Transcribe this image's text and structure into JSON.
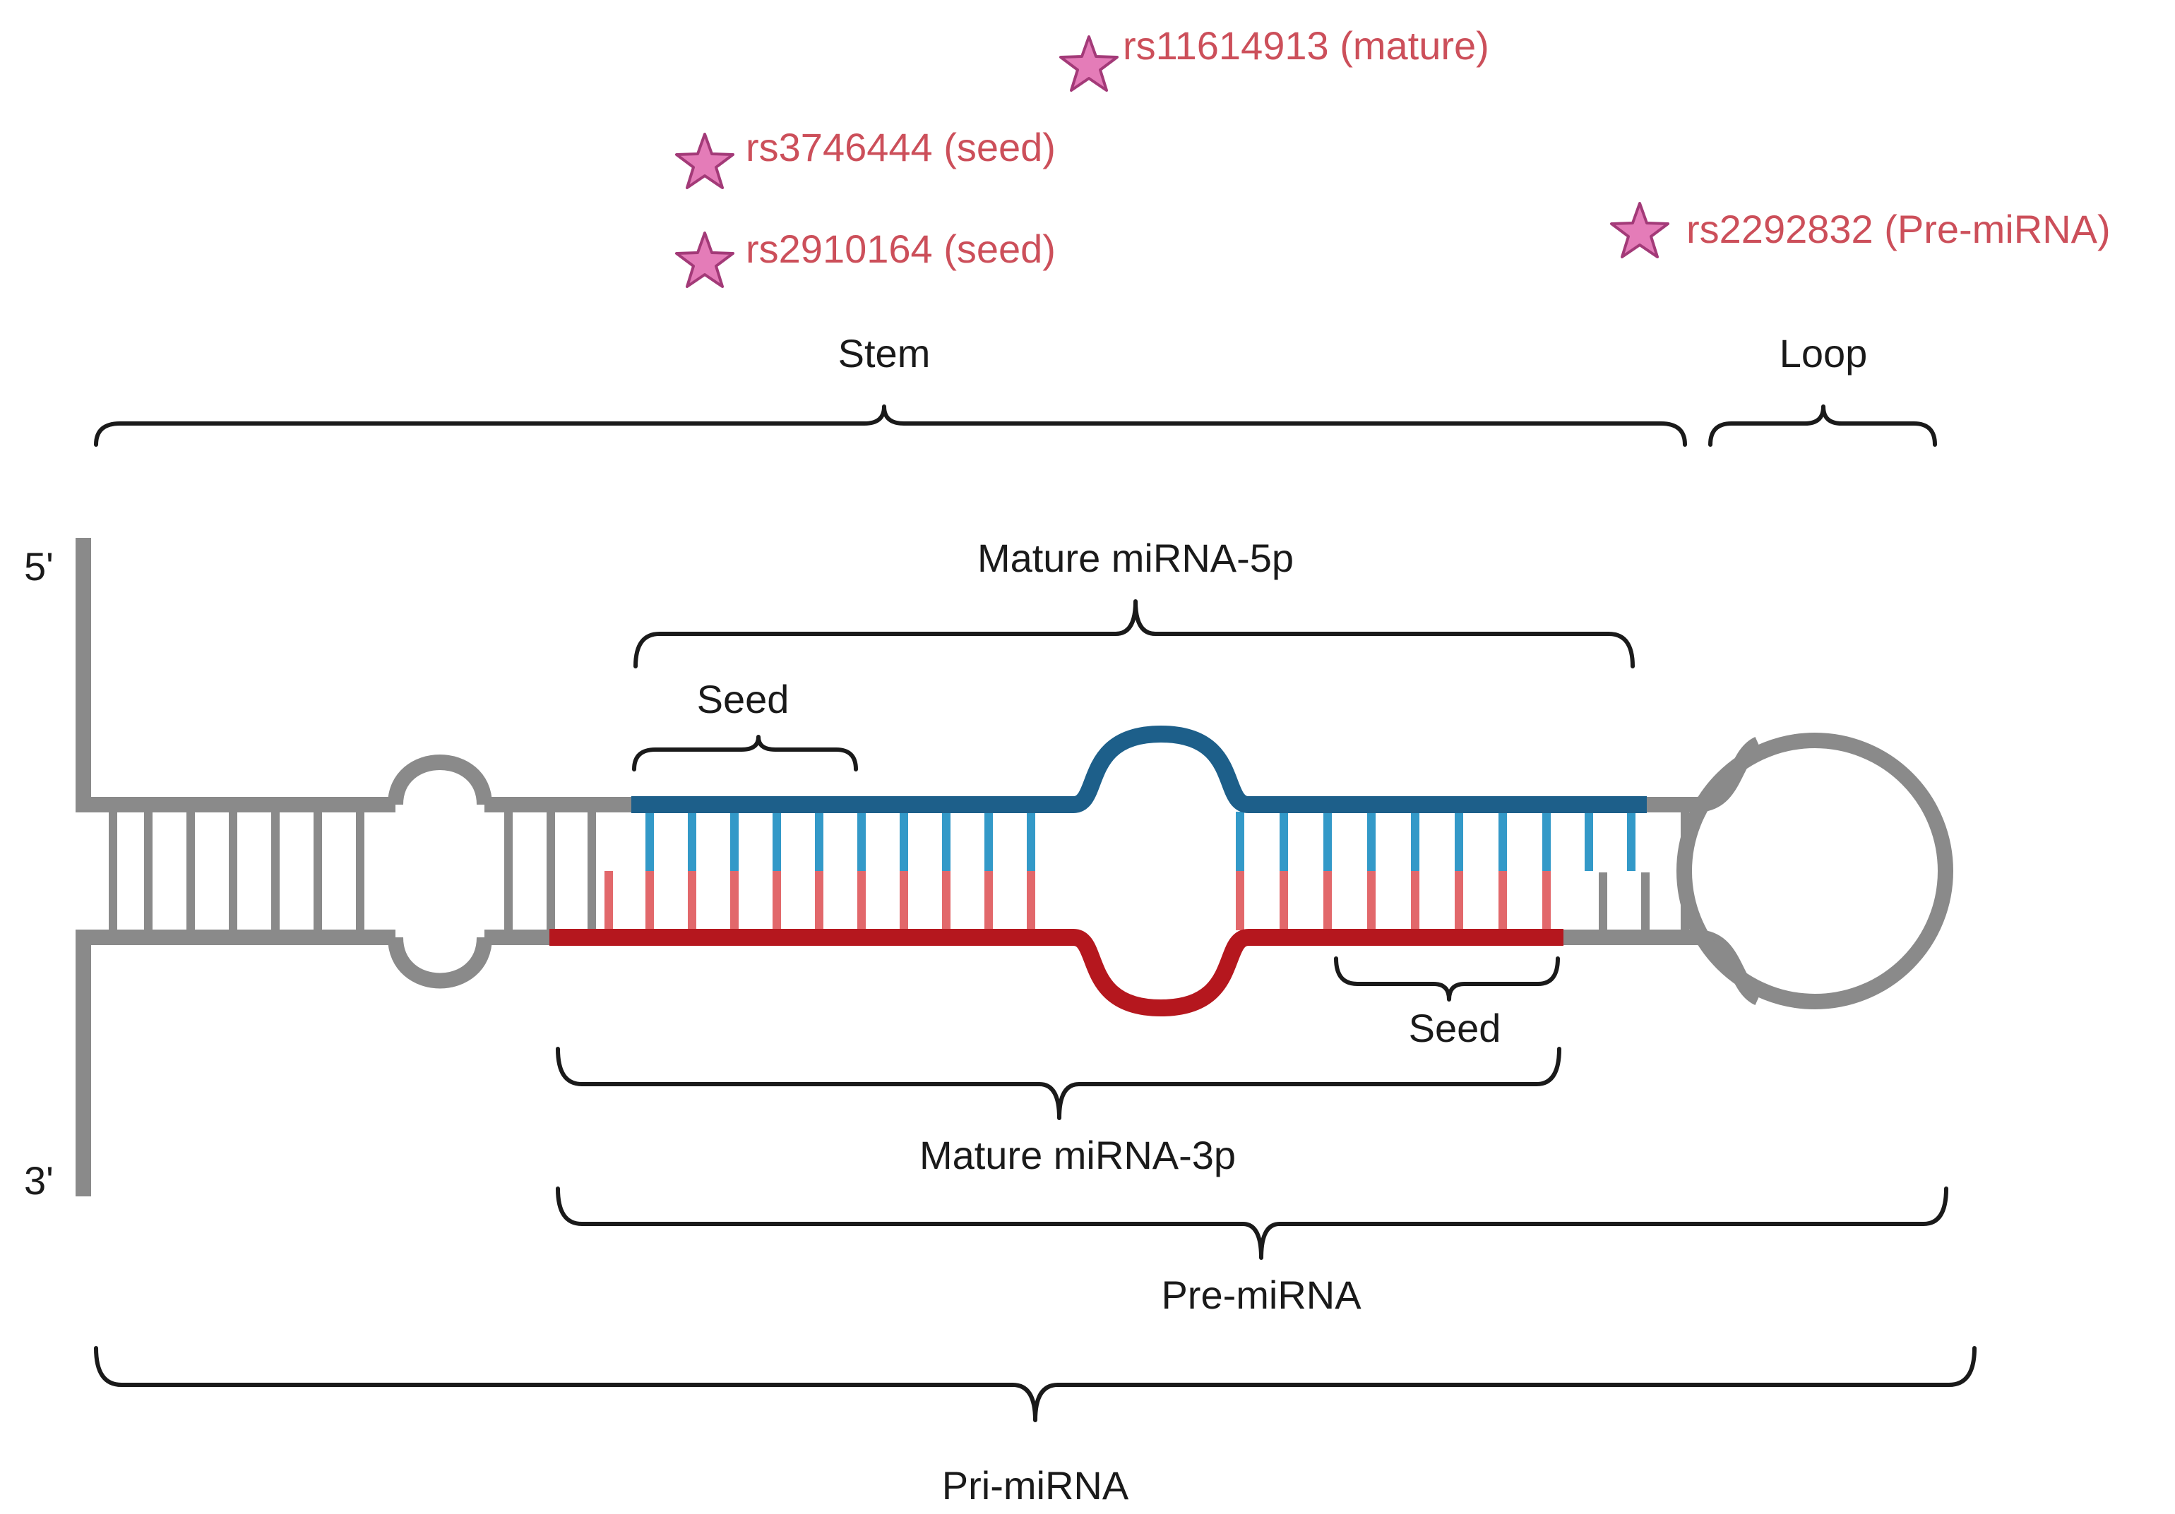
{
  "labels": {
    "five_prime": "5'",
    "three_prime": "3'",
    "stem": "Stem",
    "loop": "Loop",
    "mature_5p": "Mature miRNA-5p",
    "mature_3p": "Mature miRNA-3p",
    "seed_5p": "Seed",
    "seed_3p": "Seed",
    "pre_mirna": "Pre-miRNA",
    "pri_mirna": "Pri-miRNA"
  },
  "snps": [
    {
      "id": "rs11614913",
      "label": "rs11614913 (mature)"
    },
    {
      "id": "rs3746444",
      "label": "rs3746444 (seed)"
    },
    {
      "id": "rs2910164",
      "label": "rs2910164 (seed)"
    },
    {
      "id": "rs2292832",
      "label": "rs2292832 (Pre-miRNA)"
    }
  ],
  "colors": {
    "backbone": "#8a8a8a",
    "strand_5p": "#1d5f8a",
    "strand_5p_pair": "#3399c8",
    "strand_3p": "#b5171e",
    "strand_3p_pair": "#e2686b",
    "snp_text": "#cc4f5a",
    "star_fill": "#e47cb8",
    "star_stroke": "#a33a78"
  }
}
